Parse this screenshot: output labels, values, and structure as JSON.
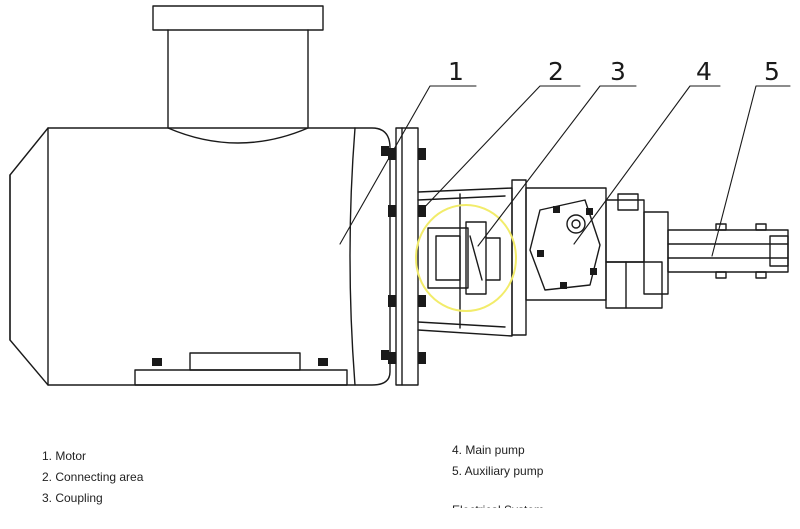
{
  "callouts": [
    "1",
    "2",
    "3",
    "4",
    "5"
  ],
  "legend": {
    "left": [
      "1. Motor",
      "2. Connecting area",
      "3. Coupling"
    ],
    "right": [
      "4. Main pump",
      "5. Auxiliary pump"
    ]
  },
  "clipped_text": "Electrical System",
  "colors": {
    "line": "#1a1a1a",
    "highlight": "#f2ec6a"
  }
}
